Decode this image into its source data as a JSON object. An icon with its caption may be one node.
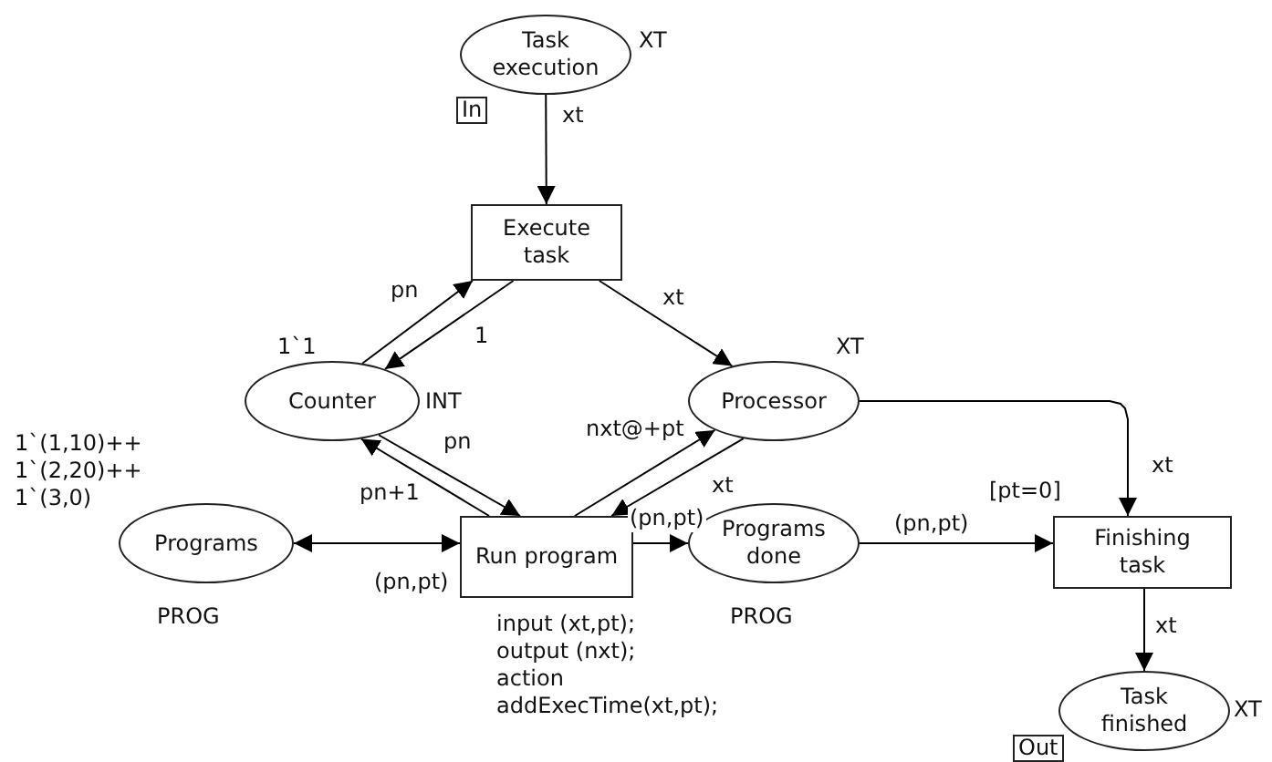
{
  "diagram": {
    "nodes": [
      {
        "text": [
          "Task execution"
        ],
        "beside": [
          "XT",
          "In"
        ]
      },
      {
        "text": [
          "Execute task"
        ]
      },
      {
        "text": [
          "Counter"
        ],
        "beside": [
          "1`1",
          "INT"
        ]
      },
      {
        "text": [
          "Processor"
        ],
        "beside": [
          "XT"
        ]
      },
      {
        "text": [
          "Programs"
        ],
        "beside": [
          "1`(1,10)++ 1`(2,20)++ 1`(3,0)",
          "PROG"
        ]
      },
      {
        "text": [
          "Run program"
        ],
        "beside": [
          "input (xt,pt);",
          "output (nxt);",
          "action",
          "addExecTime(xt,pt);"
        ]
      },
      {
        "text": [
          "Programs done"
        ],
        "beside": [
          "PROG"
        ]
      },
      {
        "text": [
          "Finishing task"
        ],
        "beside": [
          "[pt=0]"
        ]
      },
      {
        "text": [
          "Task finished"
        ],
        "beside": [
          "XT",
          "Out"
        ]
      }
    ],
    "edges": [
      {
        "from": 0,
        "to": 1,
        "arrow": "to",
        "label": "xt"
      },
      {
        "from": 2,
        "to": 1,
        "arrow": "to",
        "label": "pn"
      },
      {
        "from": 1,
        "to": 2,
        "arrow": "to",
        "label": "1"
      },
      {
        "from": 1,
        "to": 3,
        "arrow": "to",
        "label": "xt"
      },
      {
        "from": 5,
        "to": 2,
        "arrow": "to",
        "label": "pn+1"
      },
      {
        "from": 2,
        "to": 5,
        "arrow": "to",
        "label": "pn"
      },
      {
        "from": 5,
        "to": 3,
        "arrow": "to",
        "label": "nxt@+pt"
      },
      {
        "from": 3,
        "to": 5,
        "arrow": "to",
        "label": "xt"
      },
      {
        "from": 4,
        "to": 5,
        "arrow": "both",
        "label": "(pn,pt)"
      },
      {
        "from": 5,
        "to": 6,
        "arrow": "to",
        "label": "(pn,pt)"
      },
      {
        "from": 6,
        "to": 7,
        "arrow": "to",
        "label": "(pn,pt)"
      },
      {
        "from": 3,
        "to": 7,
        "arrow": "to",
        "label": "xt"
      },
      {
        "from": 7,
        "to": 8,
        "arrow": "to",
        "label": "xt"
      }
    ]
  }
}
